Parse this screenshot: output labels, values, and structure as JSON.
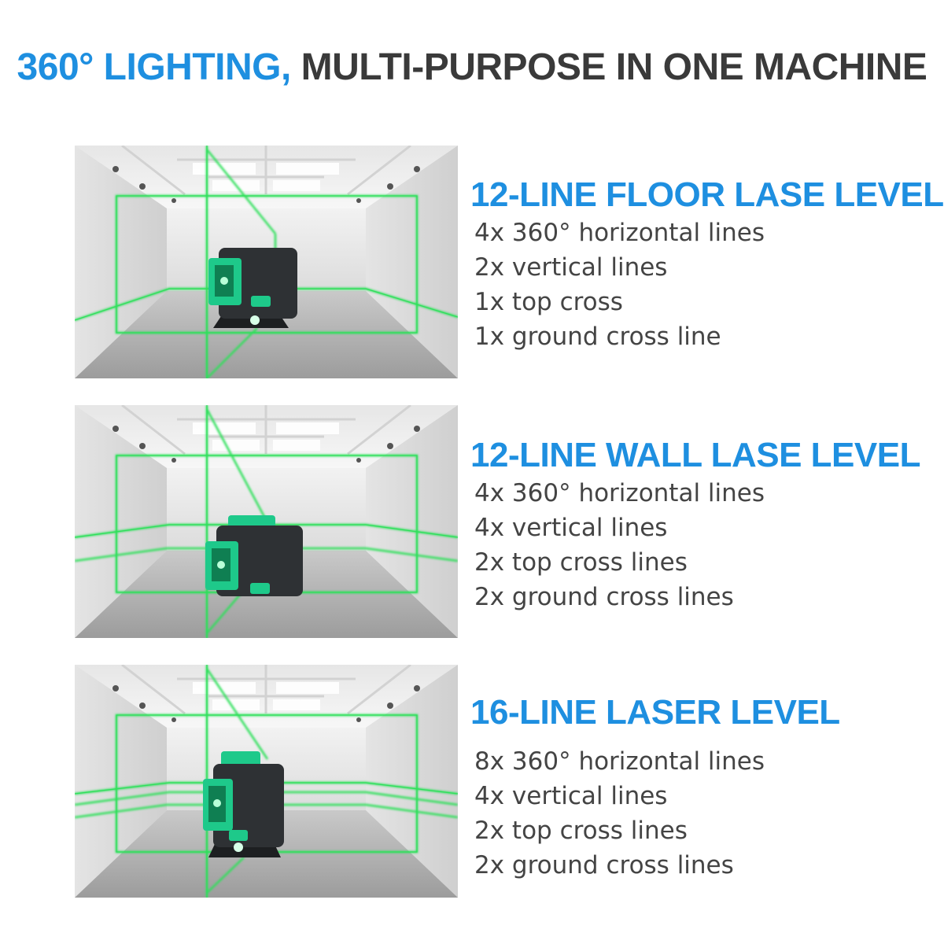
{
  "headline": {
    "accent": "360° LIGHTING,",
    "main": "MULTI-PURPOSE IN ONE MACHINE"
  },
  "colors": {
    "accent": "#1e8fe0",
    "text": "#3a3a3a",
    "laser": "#2de05a",
    "device_body": "#2e3134",
    "device_green": "#1ec98a"
  },
  "products": [
    {
      "title": "12-LINE FLOOR LASE LEVEL",
      "features": [
        "4x 360° horizontal lines",
        "2x vertical lines",
        "1x top cross",
        "1x ground cross line"
      ]
    },
    {
      "title": "12-LINE WALL LASE LEVEL",
      "features": [
        "4x 360° horizontal lines",
        "4x vertical lines",
        "2x top cross lines",
        "2x ground cross lines"
      ]
    },
    {
      "title": "16-LINE LASER LEVEL",
      "features": [
        "8x 360° horizontal lines",
        "4x vertical lines",
        "2x top cross lines",
        "2x ground cross lines"
      ]
    }
  ]
}
